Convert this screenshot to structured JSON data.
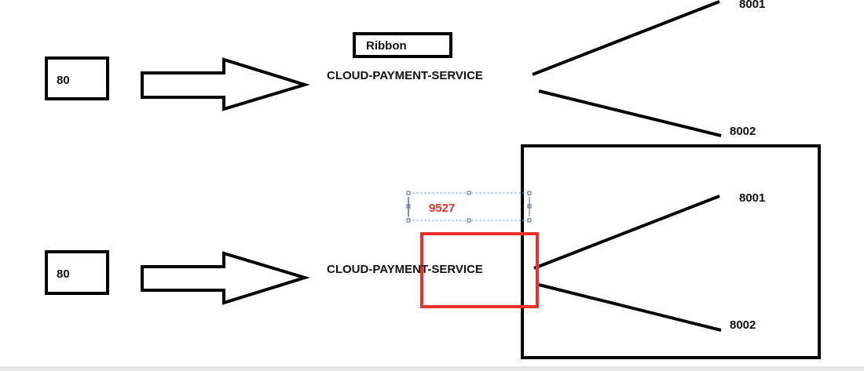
{
  "top_flow": {
    "client_label": "80",
    "ribbon_label": "Ribbon",
    "service_label": "CLOUD-PAYMENT-SERVICE",
    "instance_a_label": "8001",
    "instance_b_label": "8002"
  },
  "bottom_flow": {
    "client_label": "80",
    "gateway_label": "9527",
    "service_label": "CLOUD-PAYMENT-SERVICE",
    "instance_a_label": "8001",
    "instance_b_label": "8002"
  },
  "colors": {
    "stroke": "#000000",
    "highlight": "#e8322b",
    "gateway_text": "#e8322b",
    "selection_border": "#7aa7d6"
  }
}
